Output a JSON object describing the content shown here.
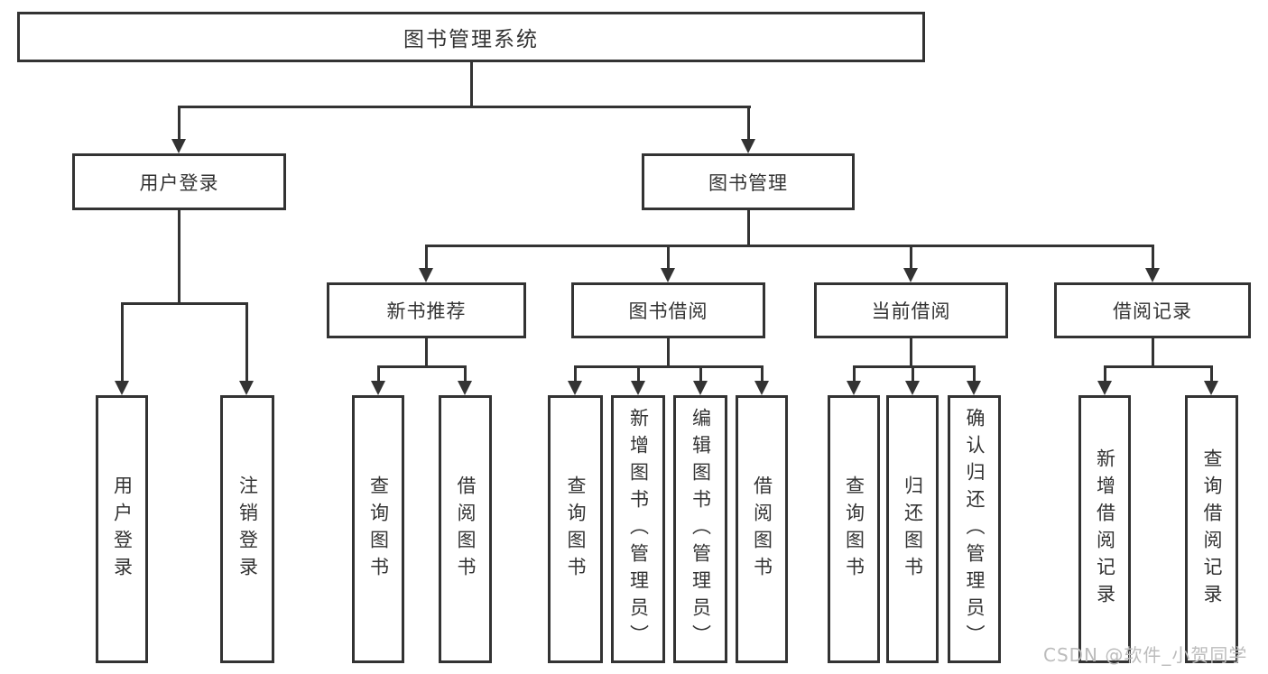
{
  "diagram": {
    "type": "hierarchy-tree",
    "title": "图书管理系统",
    "hierarchy": {
      "图书管理系统": {
        "用户登录": [
          "用户登录",
          "注销登录"
        ],
        "图书管理": {
          "新书推荐": [
            "查询图书",
            "借阅图书"
          ],
          "图书借阅": [
            "查询图书",
            "新增图书（管理员）",
            "编辑图书（管理员）",
            "借阅图书"
          ],
          "当前借阅": [
            "查询图书",
            "归还图书",
            "确认归还（管理员）"
          ],
          "借阅记录": [
            "新增借阅记录",
            "查询借阅记录"
          ]
        }
      }
    }
  },
  "nodes": {
    "root": "图书管理系统",
    "user_login": "用户登录",
    "book_mgmt": "图书管理",
    "new_book_rec": "新书推荐",
    "book_borrow": "图书借阅",
    "current_borrow": "当前借阅",
    "borrow_record": "借阅记录",
    "ul_user_login": "用户登录",
    "ul_logout": "注销登录",
    "nb_query_book": "查询图书",
    "nb_borrow_book": "借阅图书",
    "bb_query_book": "查询图书",
    "bb_add_book": "新增图书（管理员）",
    "bb_edit_book": "编辑图书（管理员）",
    "bb_borrow_book": "借阅图书",
    "cb_query_book": "查询图书",
    "cb_return_book": "归还图书",
    "cb_confirm_return": "确认归还（管理员）",
    "br_add_record": "新增借阅记录",
    "br_query_record": "查询借阅记录"
  },
  "colors": {
    "line": "#333333",
    "text": "#333333",
    "background": "#ffffff",
    "watermark": "#bcbcbc"
  },
  "watermark": {
    "text": "CSDN @软件_小贺同学"
  }
}
